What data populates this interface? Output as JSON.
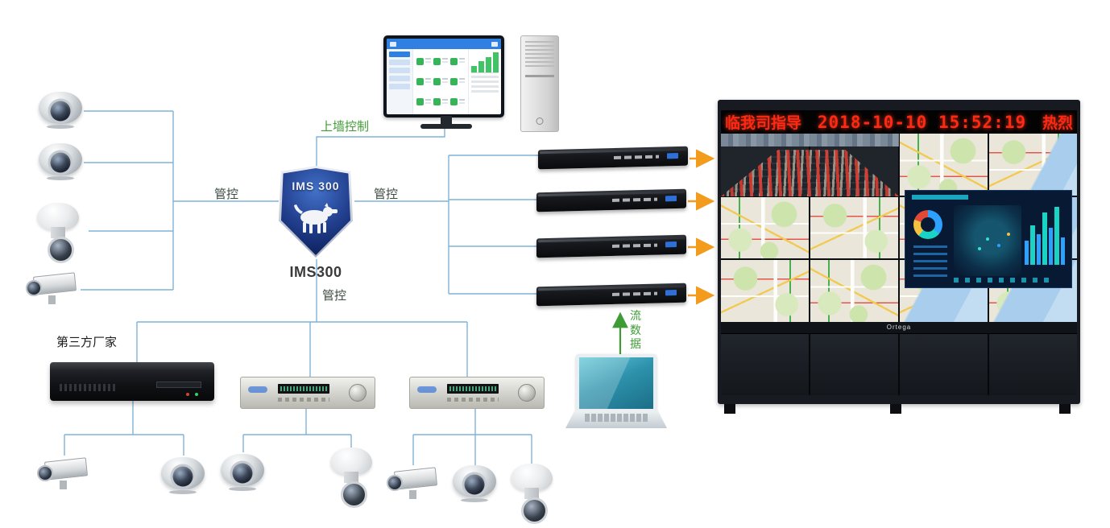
{
  "labels": {
    "manage": "管控",
    "wall_control": "上墙控制",
    "third_party": "第三方厂家",
    "stream_data": "流数据"
  },
  "ims": {
    "shield_text": "IMS 300",
    "caption": "IMS300"
  },
  "video_wall": {
    "led_left": "临我司指导",
    "led_time": "2018-10-10 15:52:19",
    "led_right": "热烈",
    "brand": "Ortega"
  },
  "colors": {
    "connection_line": "#7fb2d9",
    "arrow_orange": "#f29b1d",
    "arrow_green": "#3f9c35",
    "led_red": "#ff2813",
    "shield_blue": "#23408f"
  }
}
